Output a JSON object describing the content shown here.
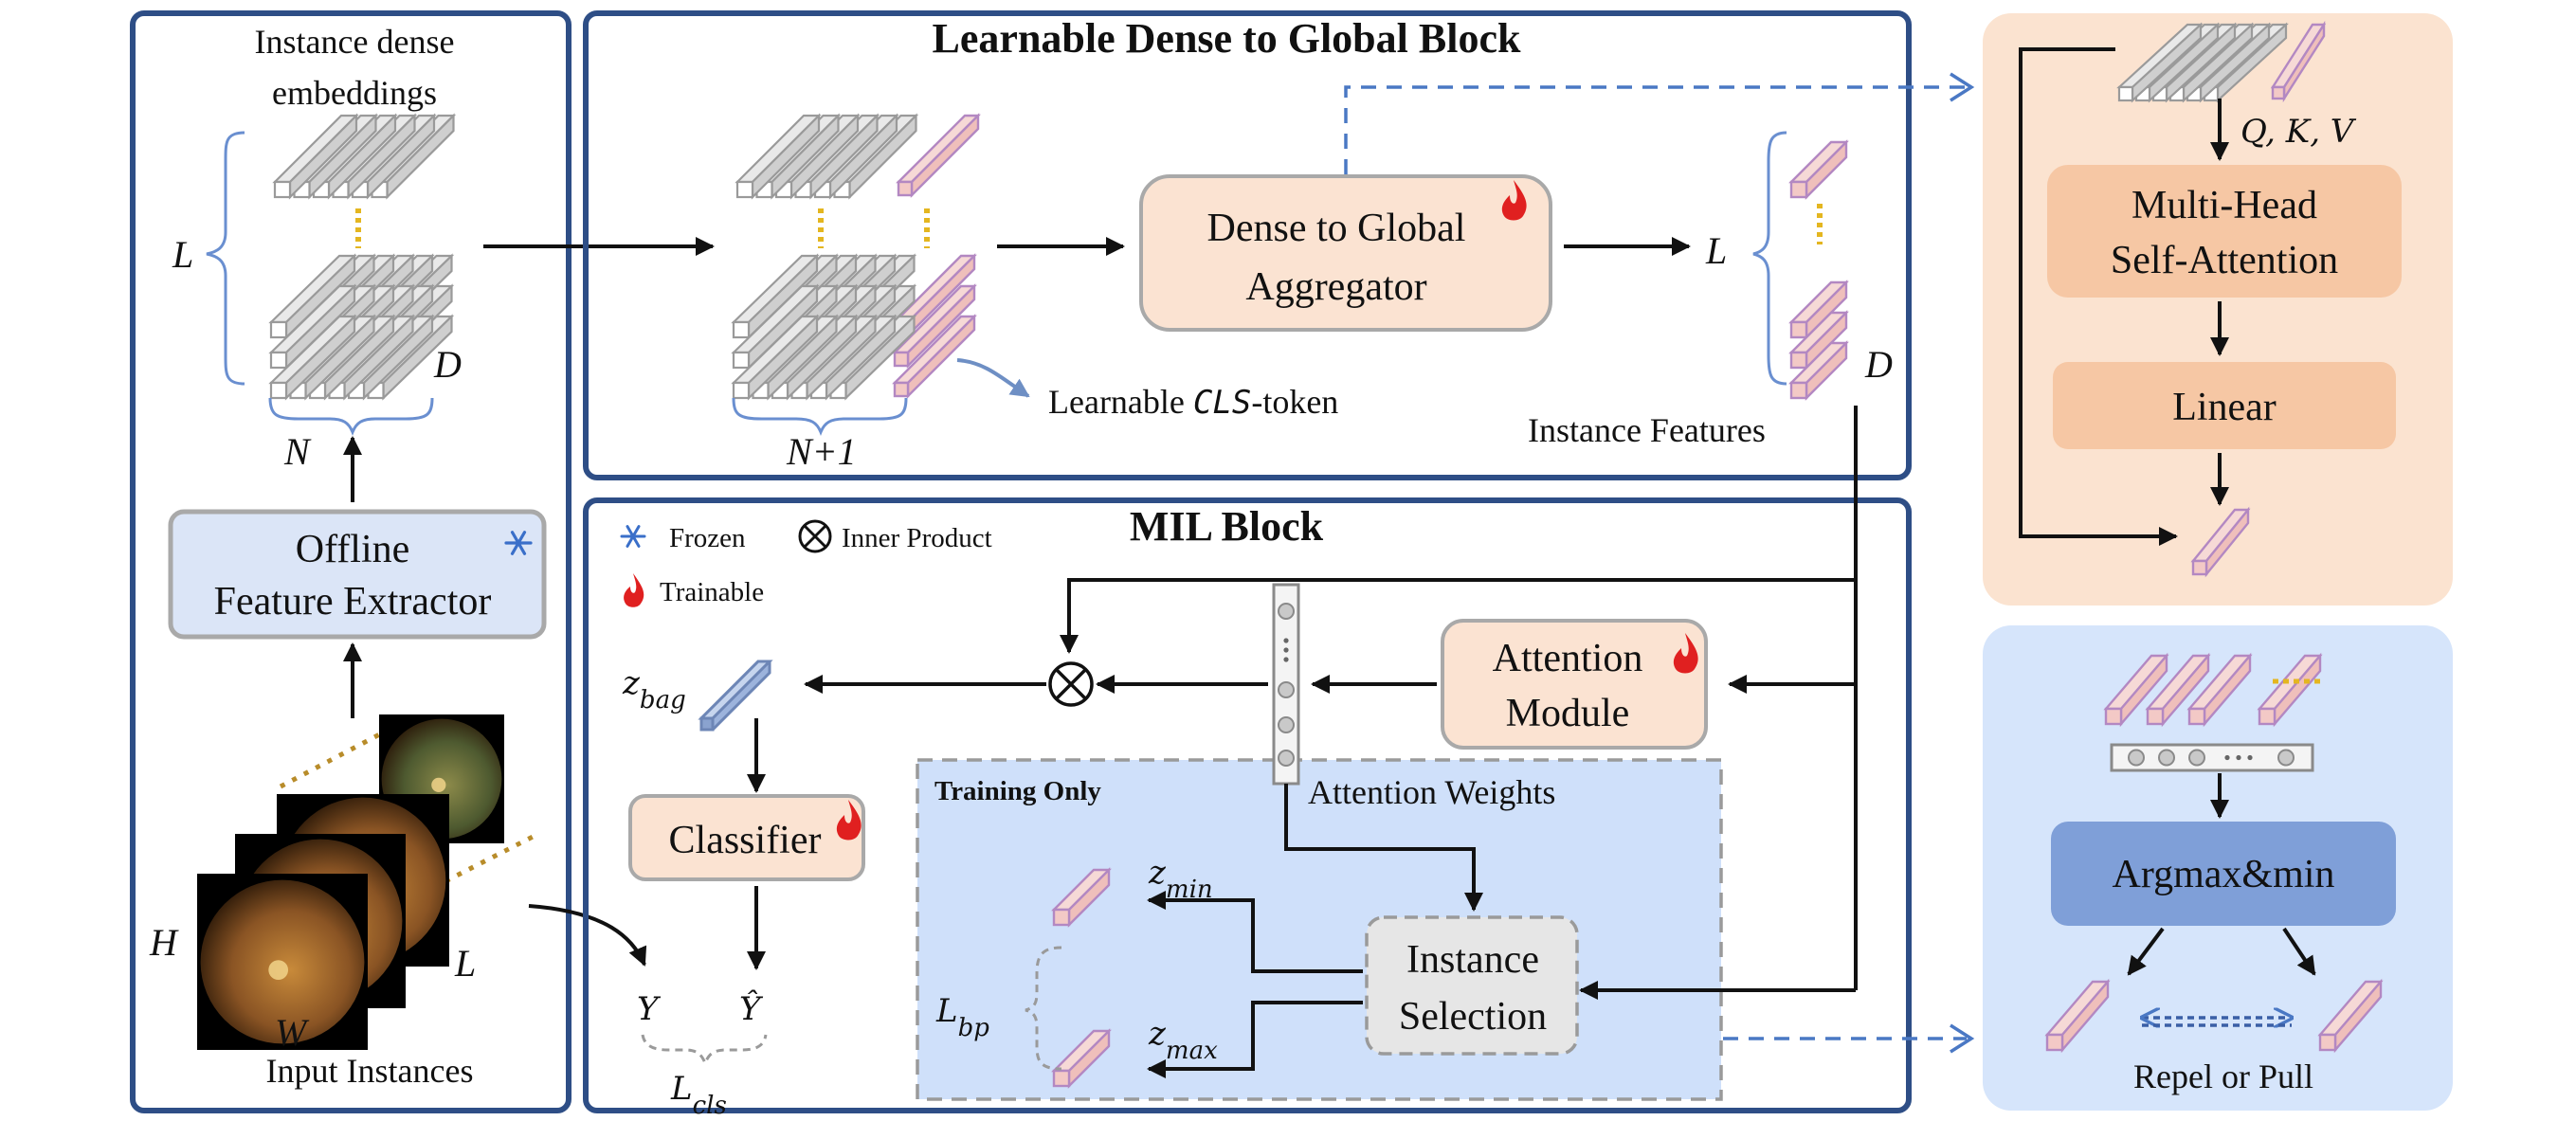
{
  "left_panel": {
    "embeddings_label": [
      "Instance dense",
      "embeddings"
    ],
    "L": "L",
    "D": "D",
    "N": "N",
    "extractor_label": [
      "Offline",
      "Feature Extractor"
    ],
    "H": "H",
    "W": "W",
    "L2": "L",
    "input_label": "Input Instances"
  },
  "dense_block": {
    "title": "Learnable Dense to Global Block",
    "N1": "N+1",
    "cls_token_label": "Learnable CLS-token",
    "aggregator_label": [
      "Dense to Global",
      "Aggregator"
    ],
    "L": "L",
    "D": "D",
    "instance_features_label": "Instance Features"
  },
  "mil_block": {
    "title": "MIL Block",
    "legend": [
      {
        "icon": "snowflake-icon",
        "label": "Frozen"
      },
      {
        "icon": "inner-product-icon",
        "label": "Inner Product"
      },
      {
        "icon": "flame-icon",
        "label": "Trainable"
      }
    ],
    "z_bag": "z_bag",
    "attention_module_label": [
      "Attention",
      "Module"
    ],
    "attention_weights_label": "Attention Weights",
    "classifier_label": "Classifier",
    "Y": "Y",
    "Y_hat": "Ŷ",
    "L_cls": "L_cls",
    "training_only_label": "Training Only",
    "z_min": "z_min",
    "z_max": "z_max",
    "L_bp": "L_bp",
    "instance_selection_label": [
      "Instance",
      "Selection"
    ]
  },
  "attention_panel": {
    "qkv_label": "Q,  K,  V",
    "mhsa_label": [
      "Multi-Head",
      "Self-Attention"
    ],
    "linear_label": "Linear"
  },
  "selection_panel": {
    "argmax_label": "Argmax&min",
    "repel_label": "Repel or Pull"
  },
  "colors": {
    "panel_border": "#2e4e86",
    "orange_panel": "#fbe3d0",
    "orange_box": "#f7c8a6",
    "blue_panel": "#d6e5fb",
    "training_fill": "#cfe0fa",
    "argmax_fill": "#7f9fd8",
    "extractor_fill": "#dbe5f7",
    "token_pink": "#f3c9c6",
    "token_border": "#b388c2",
    "bar_gray": "#bfbfbf",
    "flame": "#e02020",
    "dots_gold": "#e4b620",
    "dashed_arrow": "#4a78c4"
  }
}
